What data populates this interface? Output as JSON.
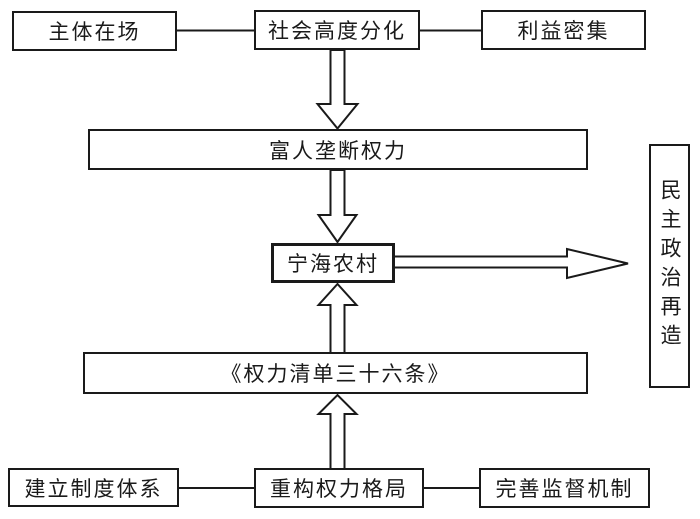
{
  "diagram": {
    "title": "power-list-flowchart",
    "boxes": {
      "top_left": {
        "label": "主体在场"
      },
      "top_center": {
        "label": "社会高度分化"
      },
      "top_right": {
        "label": "利益密集"
      },
      "middle_wide": {
        "label": "富人垄断权力"
      },
      "center": {
        "label": "宁海农村"
      },
      "right_tall": {
        "label": "民主政治再造"
      },
      "lower_wide": {
        "label": "《权力清单三十六条》"
      },
      "bottom_left": {
        "label": "建立制度体系"
      },
      "bottom_center": {
        "label": "重构权力格局"
      },
      "bottom_right": {
        "label": "完善监督机制"
      }
    },
    "connections": [
      {
        "from": "主体在场",
        "to": "社会高度分化",
        "type": "plain-line"
      },
      {
        "from": "利益密集",
        "to": "社会高度分化",
        "type": "plain-line"
      },
      {
        "from": "社会高度分化",
        "to": "富人垄断权力",
        "type": "hollow-arrow-down"
      },
      {
        "from": "富人垄断权力",
        "to": "宁海农村",
        "type": "hollow-arrow-down"
      },
      {
        "from": "宁海农村",
        "to": "民主政治再造",
        "type": "hollow-arrow-right"
      },
      {
        "from": "《权力清单三十六条》",
        "to": "宁海农村",
        "type": "hollow-arrow-up"
      },
      {
        "from": "重构权力格局",
        "to": "《权力清单三十六条》",
        "type": "hollow-arrow-up"
      },
      {
        "from": "建立制度体系",
        "to": "重构权力格局",
        "type": "plain-line"
      },
      {
        "from": "完善监督机制",
        "to": "重构权力格局",
        "type": "plain-line"
      }
    ],
    "colors": {
      "stroke": "#1a1a1a",
      "box_fill": "#ffffff",
      "background": "#ffffff"
    }
  }
}
